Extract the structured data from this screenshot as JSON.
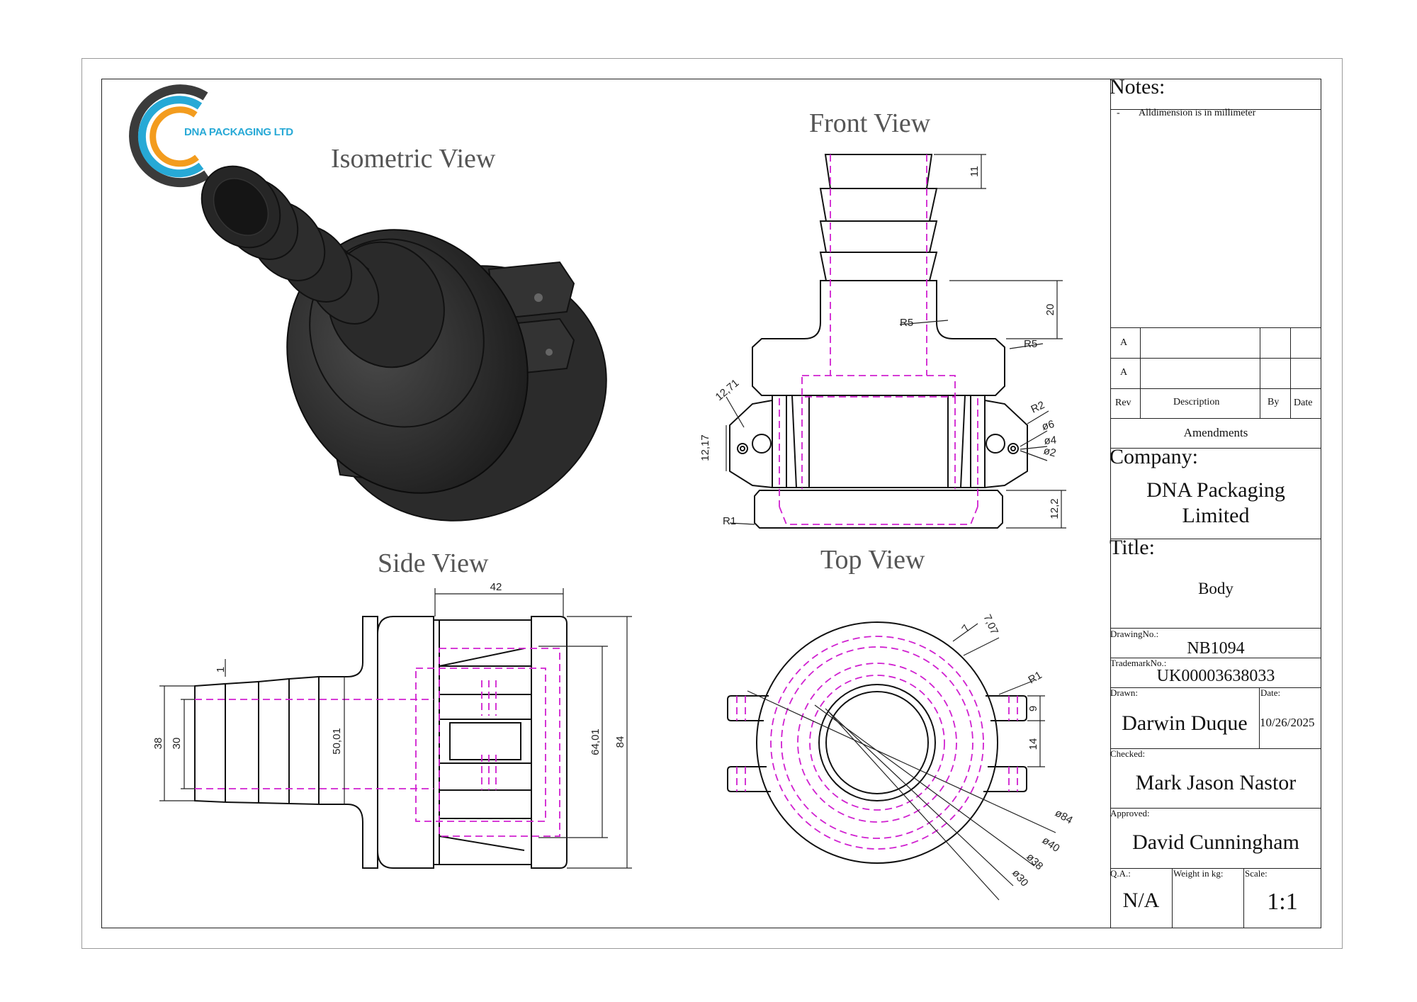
{
  "company_logo": {
    "text": "DNA PACKAGING LTD",
    "colors": {
      "blue": "#27a9d6",
      "orange": "#f39c1e",
      "dark": "#3b3b3b"
    }
  },
  "views": {
    "isometric": "Isometric View",
    "front": "Front View",
    "side": "Side View",
    "top": "Top View"
  },
  "dimensions": {
    "front": {
      "d11": "11",
      "d20": "20",
      "r5a": "R5",
      "r5b": "R5",
      "r2": "R2",
      "d1271": "12,71",
      "d1217": "12,17",
      "phi6": "ø6",
      "phi4": "ø4",
      "phi2": "ø2",
      "d122": "12,2",
      "r1": "R1"
    },
    "side": {
      "d42": "42",
      "d1": "1",
      "d38": "38",
      "d30": "30",
      "d5001": "50,01",
      "d6401": "64,01",
      "d84": "84"
    },
    "top": {
      "d7": "7",
      "d707": "7,07",
      "r1": "R1",
      "d9": "9",
      "d14": "14",
      "phi84": "ø84",
      "phi40": "ø40",
      "phi38": "ø38",
      "phi30": "ø30"
    }
  },
  "title_block": {
    "notes_label": "Notes:",
    "note_bullet": "-",
    "note_text": "Alldimension is in millimeter",
    "rev_rows": [
      "A",
      "A"
    ],
    "rev_header": {
      "rev": "Rev",
      "description": "Description",
      "by": "By",
      "date": "Date"
    },
    "amendments": "Amendments",
    "company_label": "Company:",
    "company_line1": "DNA Packaging",
    "company_line2": "Limited",
    "title_label": "Title:",
    "title_value": "Body",
    "drawing_no_label": "DrawingNo.:",
    "drawing_no": "NB1094",
    "trademark_label": "TrademarkNo.:",
    "trademark_no": "UK00003638033",
    "drawn_label": "Drawn:",
    "drawn_by": "Darwin Duque",
    "date_label": "Date:",
    "date": "10/26/2025",
    "checked_label": "Checked:",
    "checked_by": "Mark Jason Nastor",
    "approved_label": "Approved:",
    "approved_by": "David Cunningham",
    "qa_label": "Q.A.:",
    "qa_value": "N/A",
    "weight_label": "Weight in kg:",
    "scale_label": "Scale:",
    "scale_value": "1:1"
  }
}
